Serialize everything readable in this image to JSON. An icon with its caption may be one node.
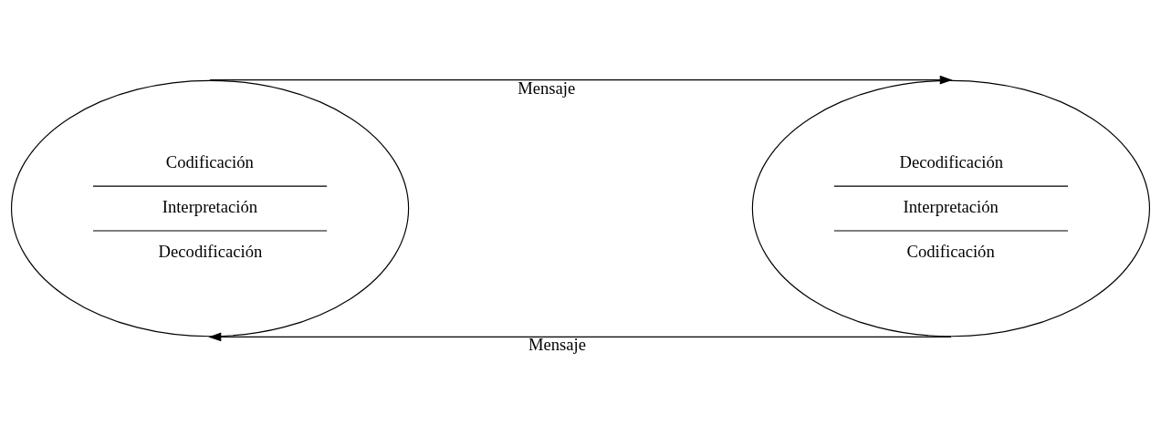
{
  "diagram": {
    "nodes": [
      {
        "text": [
          "Codificación",
          "Interpretación",
          "Decodificación"
        ]
      },
      {
        "text": [
          "Decodificación",
          "Interpretación",
          "Codificación"
        ]
      }
    ],
    "edges": [
      {
        "from": 0,
        "to": 1,
        "arrow": "to",
        "label": "Mensaje"
      },
      {
        "from": 1,
        "to": 0,
        "arrow": "to",
        "label": "Mensaje"
      }
    ]
  }
}
